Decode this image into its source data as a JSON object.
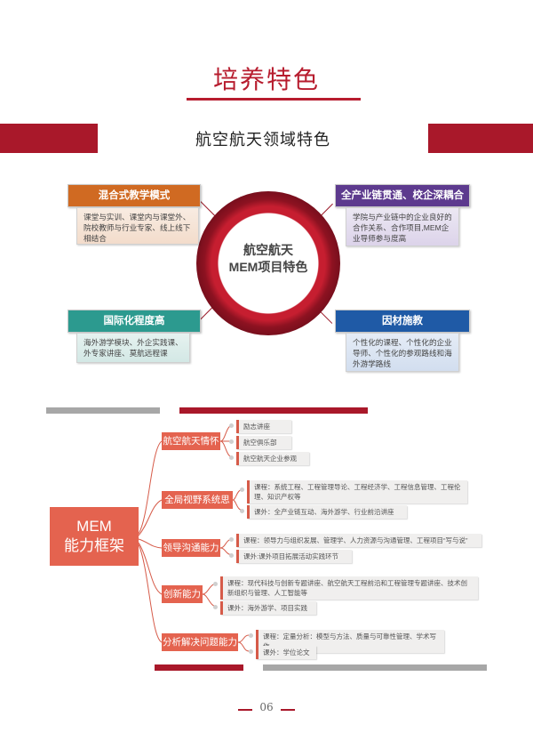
{
  "header": {
    "title": "培养特色",
    "section_title": "航空航天领域特色"
  },
  "center": {
    "line1": "航空航天",
    "line2": "MEM项目特色",
    "color": "#a9182a"
  },
  "features": [
    {
      "title": "混合式教学模式",
      "body": "课堂与实训、课堂内与课堂外、院校教师与行业专家、线上线下相结合",
      "color": "#d06a22"
    },
    {
      "title": "全产业链贯通、校企深耦合",
      "body": "学院与产业链中的企业良好的合作关系、合作项目,MEM企业导师参与度高",
      "color": "#5d3a8e"
    },
    {
      "title": "国际化程度高",
      "body": "海外游学模块、外企实践课、外专家讲座、莫航远程课",
      "color": "#2c9a8f"
    },
    {
      "title": "因材施教",
      "body": "个性化的课程、个性化的企业导师、个性化的参观路线和海外游学路线",
      "color": "#1f5aa6"
    }
  ],
  "mindmap": {
    "root_line1": "MEM",
    "root_line2": "能力框架",
    "branches": [
      {
        "label": "航空航天情怀",
        "leaves": [
          "励志讲座",
          "航空俱乐部",
          "航空航天企业参观"
        ]
      },
      {
        "label": "全局视野系统思维",
        "leaves": [
          "课程：系统工程、工程管理导论、工程经济学、工程信息管理、工程伦理、知识产权等",
          "课外：全产业链互动、海外游学、行业前沿讲座"
        ]
      },
      {
        "label": "领导沟通能力",
        "leaves": [
          "课程：领导力与组织发展、管理学、人力资源与沟通管理、工程项目“写与说”",
          "课外:课外项目拓展活动实践环节"
        ]
      },
      {
        "label": "创新能力",
        "leaves": [
          "课程：现代科技与创新专题讲座、航空航天工程前沿和工程管理专题讲座、技术创新组织与管理、人工智能等",
          "课外：海外游学、项目实践"
        ]
      },
      {
        "label": "分析解决问题能力",
        "leaves": [
          "课程：定量分析：模型与方法、质量与可靠性管理、学术写作",
          "课外：学位论文"
        ]
      }
    ]
  },
  "footer": {
    "page_number": "06"
  }
}
